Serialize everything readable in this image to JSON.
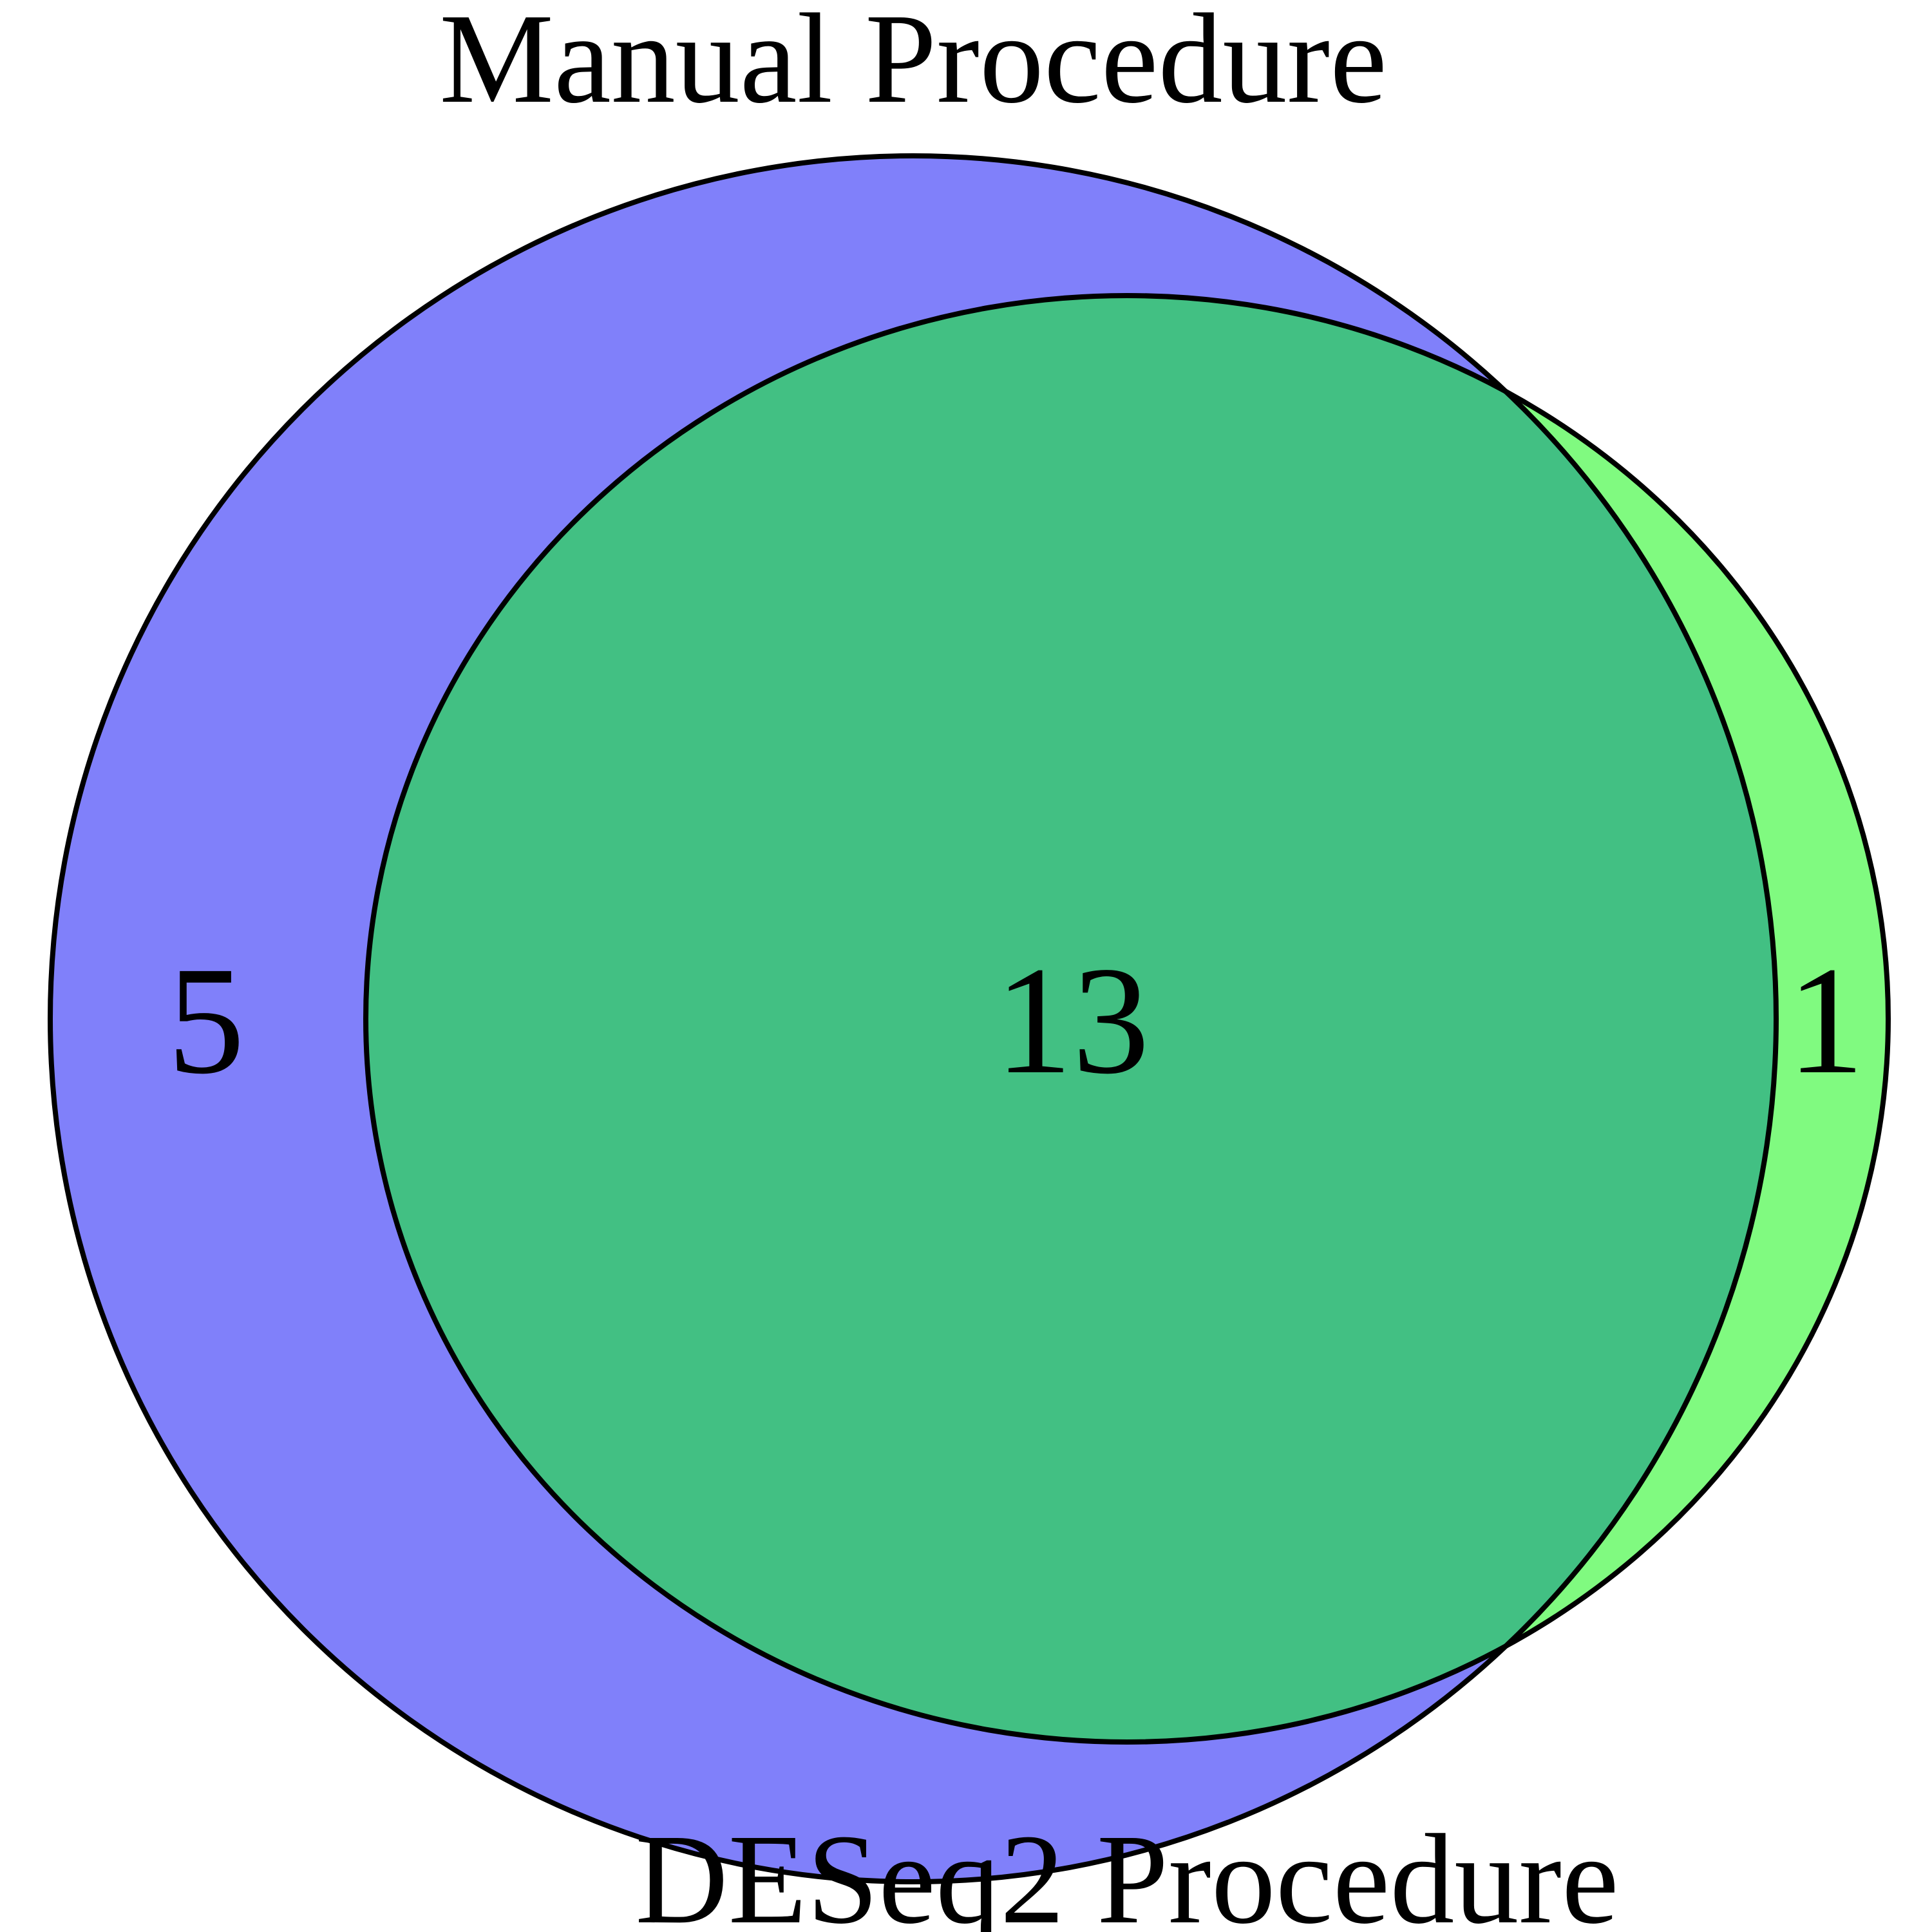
{
  "sets": {
    "manual": {
      "label": "Manual Procedure",
      "color": "#8080fa"
    },
    "deseq2": {
      "label": "DESeq2 Procedure",
      "color": "#80fa80"
    }
  },
  "overlap_color": "#42c083",
  "outline_color": "#000000",
  "counts": {
    "manual_only": "5",
    "both": "13",
    "deseq2_only": "1"
  }
}
